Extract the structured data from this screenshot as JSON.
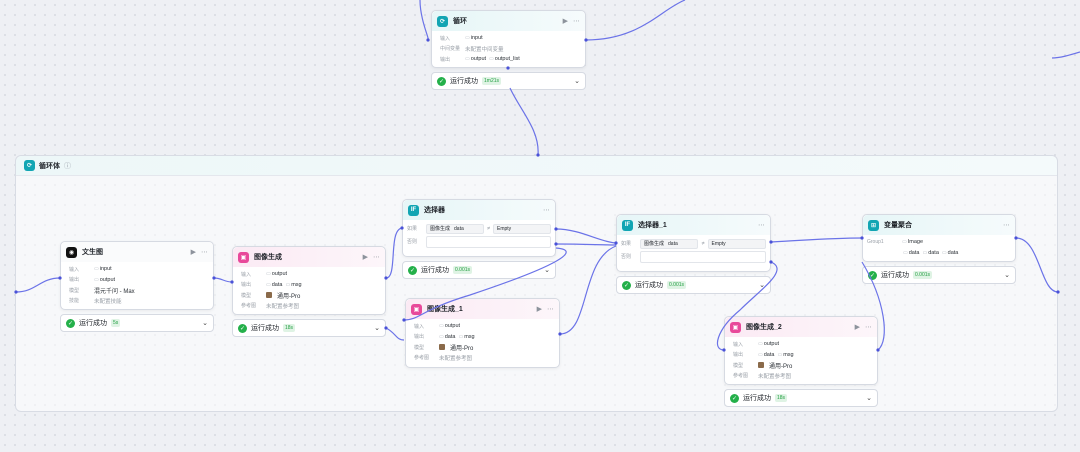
{
  "loop_node": {
    "title": "循环",
    "input_label": "输入",
    "input_value": "input",
    "vars_label": "中间变量",
    "vars_value": "未配置中间变量",
    "output_label": "输出",
    "output_1": "output",
    "output_2": "output_list",
    "status": "运行成功",
    "time": "1m21s"
  },
  "loop_body": {
    "title": "循环体"
  },
  "wenshengtu": {
    "title": "文生图",
    "input_label": "输入",
    "input_value": "input",
    "output_label": "输出",
    "output_value": "output",
    "model_label": "模型",
    "model_value": "混元千问 - Max",
    "ref_label": "技能",
    "ref_value": "未配置技能",
    "status": "运行成功",
    "time": "5s"
  },
  "tuxiang1": {
    "title": "图像生成",
    "input_label": "输入",
    "input_value": "output",
    "output_label": "输出",
    "output_1": "data",
    "output_2": "msg",
    "model_label": "模型",
    "model_value": "通用-Pro",
    "ref_label": "参考图",
    "ref_value": "未配置参考图",
    "status": "运行成功",
    "time": "18s"
  },
  "selector1": {
    "title": "选择器",
    "if_label": "如果",
    "left_1": "图像生成",
    "left_2": "data",
    "op": "≠",
    "right": "Empty",
    "else_label": "否则",
    "status": "运行成功",
    "time": "0.001s"
  },
  "tuxiang2": {
    "title": "图像生成_1",
    "input_label": "输入",
    "input_value": "output",
    "output_label": "输出",
    "output_1": "data",
    "output_2": "msg",
    "model_label": "模型",
    "model_value": "通用-Pro",
    "ref_label": "参考图",
    "ref_value": "未配置参考图"
  },
  "selector2": {
    "title": "选择器_1",
    "if_label": "如果",
    "left_1": "图像生成",
    "left_2": "data",
    "op": "≠",
    "right": "Empty",
    "else_label": "否则",
    "status": "运行成功",
    "time": "0.001s"
  },
  "tuxiang3": {
    "title": "图像生成_2",
    "input_label": "输入",
    "input_value": "output",
    "output_label": "输出",
    "output_1": "data",
    "output_2": "msg",
    "model_label": "模型",
    "model_value": "通用-Pro",
    "ref_label": "参考图",
    "ref_value": "未配置参考图",
    "status": "运行成功",
    "time": "18s"
  },
  "aggregate": {
    "title": "变量聚合",
    "group_label": "Group1",
    "group_type": "Image",
    "v1": "data",
    "v2": "data",
    "v3": "data",
    "status": "运行成功",
    "time": "0.001s"
  },
  "colors": {
    "accent_teal": "#12a5b3",
    "accent_pink": "#e8499a",
    "edge": "#6b73e8",
    "success": "#24b04a"
  }
}
